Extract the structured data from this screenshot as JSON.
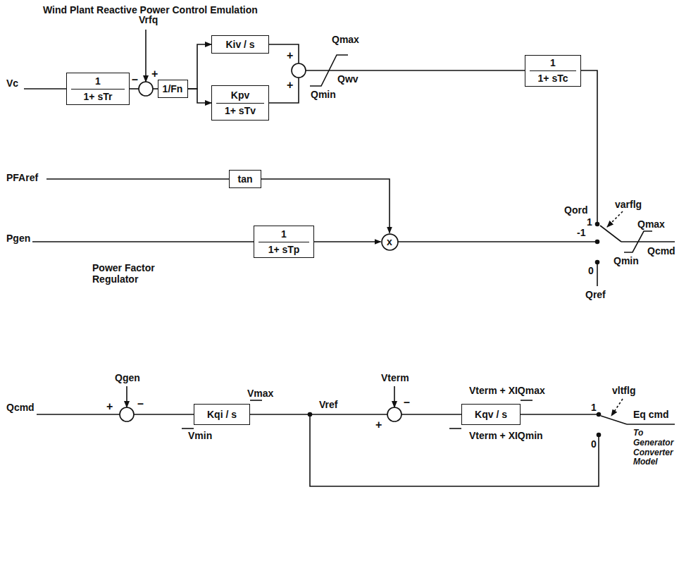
{
  "diagram": {
    "title": "Wind Plant Reactive Power Control Emulation",
    "nodes": [
      {
        "text": [
          "1",
          "1+ sTr"
        ]
      },
      {
        "text": [
          "1/Fn"
        ]
      },
      {
        "text": [
          "Kiv / s"
        ]
      },
      {
        "text": [
          "Kpv",
          "1+ sTv"
        ]
      },
      {
        "text": [
          "1",
          "1+ sTc"
        ]
      },
      {
        "text": [
          "tan"
        ]
      },
      {
        "text": [
          "1",
          "1+ sTp"
        ]
      },
      {
        "text": [
          "x"
        ]
      },
      {
        "text": [
          "Kqi / s"
        ]
      },
      {
        "text": [
          "Kqv / s"
        ]
      }
    ],
    "edges": [
      {
        "from": 1,
        "to": 2,
        "arrow": "to"
      },
      {
        "from": 1,
        "to": 3,
        "arrow": "to"
      },
      {
        "from": 5,
        "to": 7,
        "arrow": "to"
      },
      {
        "from": 6,
        "to": 7,
        "arrow": "to"
      }
    ],
    "labels": [
      "Vc",
      "Vrfq",
      "–",
      "+",
      "Qmax",
      "Qwv",
      "Qmin",
      "+",
      "+",
      "PFAref",
      "Pgen",
      "Power Factor Regulator",
      "-1",
      "Qord",
      "varflg",
      "1",
      "0",
      "Qref",
      "Qmax",
      "Qmin",
      "Qcmd",
      "Qcmd",
      "Qgen",
      "–",
      "+",
      "Vmax",
      "Vmin",
      "Vterm",
      "–",
      "Vref",
      "+",
      "Vterm + XIQmax",
      "Vterm + XIQmin",
      "vltflg",
      "1",
      "0",
      "Eq cmd",
      "To Generator Converter Model"
    ]
  }
}
